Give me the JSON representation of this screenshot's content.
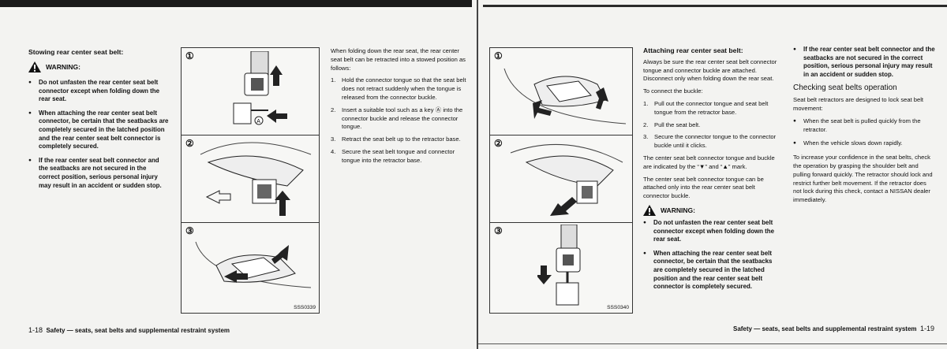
{
  "left_page": {
    "heading": "Stowing rear center seat belt:",
    "warning_label": "WARNING:",
    "warning_items": [
      "Do not unfasten the rear center seat belt connector except when folding down the rear seat.",
      "When attaching the rear center seat belt connector, be certain that the seatbacks are completely secured in the latched position and the rear center seat belt connector is completely secured.",
      "If the rear center seat belt connector and the seatbacks are not secured in the correct position, serious personal injury may result in an accident or sudden stop."
    ],
    "figure": {
      "steps": [
        "①",
        "②",
        "③"
      ],
      "marker": "Ⓐ",
      "code": "SSS0339"
    },
    "intro": "When folding down the rear seat, the rear center seat belt can be retracted into a stowed position as follows:",
    "steps": [
      {
        "n": "1.",
        "text": "Hold the connector tongue so that the seat belt does not retract suddenly when the tongue is released from the connector buckle."
      },
      {
        "n": "2.",
        "text": "Insert a suitable tool such as a key Ⓐ into the connector buckle and release the connector tongue."
      },
      {
        "n": "3.",
        "text": "Retract the seat belt up to the retractor base."
      },
      {
        "n": "4.",
        "text": "Secure the seat belt tongue and connector tongue into the retractor base."
      }
    ],
    "footer": {
      "page_number": "1-18",
      "section": "Safety — seats, seat belts and supplemental restraint system"
    }
  },
  "right_page": {
    "figure": {
      "steps": [
        "①",
        "②",
        "③"
      ],
      "code": "SSS0340"
    },
    "heading": "Attaching rear center seat belt:",
    "intro": "Always be sure the rear center seat belt connector tongue and connector buckle are attached. Disconnect only when folding down the rear seat.",
    "to_connect": "To connect the buckle:",
    "steps": [
      {
        "n": "1.",
        "text": "Pull out the connector tongue and seat belt tongue from the retractor base."
      },
      {
        "n": "2.",
        "text": "Pull the seat belt."
      },
      {
        "n": "3.",
        "text": "Secure the connector tongue to the connector buckle until it clicks."
      }
    ],
    "para1": "The center seat belt connector tongue and buckle are indicated by the “▼” and “▲” mark.",
    "para2": "The center seat belt connector tongue can be attached only into the rear center seat belt connector buckle.",
    "warning_label": "WARNING:",
    "warning_items": [
      "Do not unfasten the rear center seat belt connector except when folding down the rear seat.",
      "When attaching the rear center seat belt connector, be certain that the seatbacks are completely secured in the latched position and the rear center seat belt connector is completely secured."
    ],
    "col3_warning": "If the rear center seat belt connector and the seatbacks are not secured in the correct position, serious personal injury may result in an accident or sudden stop.",
    "checking_heading": "Checking seat belts operation",
    "checking_intro": "Seat belt retractors are designed to lock seat belt movement:",
    "checking_items": [
      "When the seat belt is pulled quickly from the retractor.",
      "When the vehicle slows down rapidly."
    ],
    "checking_para": "To increase your confidence in the seat belts, check the operation by grasping the shoulder belt and pulling forward quickly. The retractor should lock and restrict further belt movement. If the retractor does not lock during this check, contact a NISSAN dealer immediately.",
    "footer": {
      "page_number": "1-19",
      "section": "Safety — seats, seat belts and supplemental restraint system"
    }
  },
  "colors": {
    "paper": "#f3f3f1",
    "ink": "#111111"
  },
  "icons": [
    "warning-triangle-icon",
    "arrow-icon"
  ]
}
